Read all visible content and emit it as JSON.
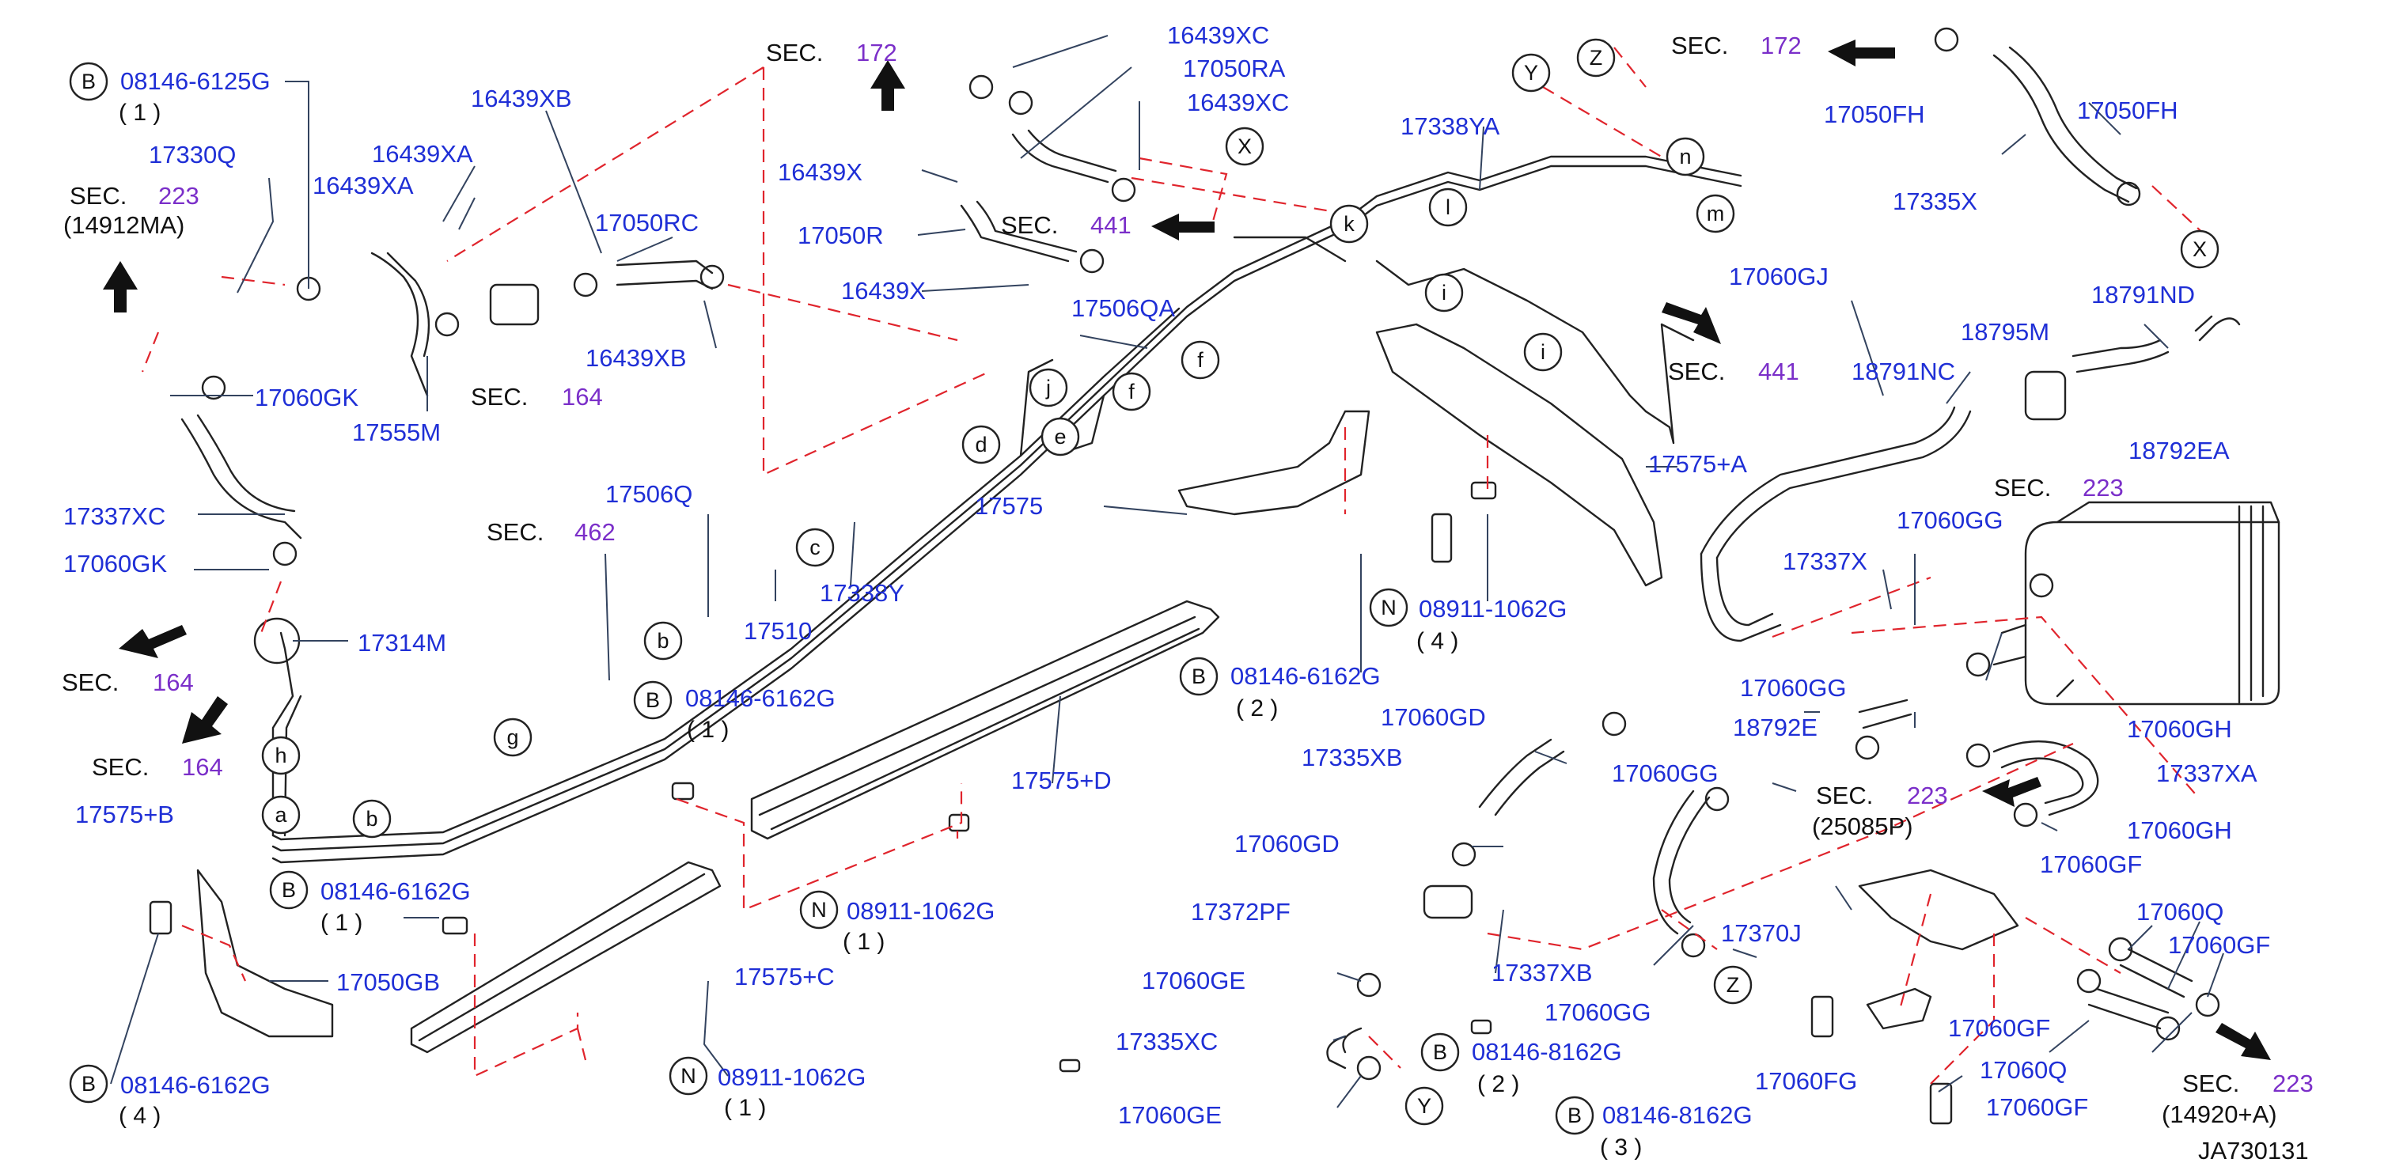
{
  "diagram": {
    "ref_code": "JA730131",
    "colors": {
      "part_number": "#1f2fd6",
      "section_number": "#7b2fc9",
      "dash_line": "#e0242c",
      "line": "#222222"
    },
    "labels": {
      "pn_08146_6125G": "08146-6125G",
      "q_1_a": "( 1 )",
      "pn_17330Q": "17330Q",
      "sec_223_top": "SEC.",
      "sec_223_top_n": "223",
      "ref_14912MA": "(14912MA)",
      "pn_17060GK_1": "17060GK",
      "pn_17337XC": "17337XC",
      "pn_17060GK_2": "17060GK",
      "pn_17314M": "17314M",
      "sec_164_a": "SEC.",
      "sec_164_a_n": "164",
      "sec_164_b": "SEC.",
      "sec_164_b_n": "164",
      "pn_17575B": "17575+B",
      "pn_08146_6162G_a": "08146-6162G",
      "q_4_a": "( 4 )",
      "pn_17050GB": "17050GB",
      "pn_08146_6162G_b": "08146-6162G",
      "q_1_b": "( 1 )",
      "pn_16439XB_top": "16439XB",
      "pn_16439XA_1": "16439XA",
      "pn_16439XA_2": "16439XA",
      "pn_17050RC": "17050RC",
      "pn_16439XB_low": "16439XB",
      "sec_164_c": "SEC.",
      "sec_164_c_n": "164",
      "pn_17555M": "17555M",
      "sec_172_a": "SEC.",
      "sec_172_a_n": "172",
      "pn_16439XC_1": "16439XC",
      "pn_17050RA": "17050RA",
      "pn_16439XC_2": "16439XC",
      "pn_16439X_1": "16439X",
      "pn_17050R": "17050R",
      "sec_441_a": "SEC.",
      "sec_441_a_n": "441",
      "pn_16439X_2": "16439X",
      "pn_17506QA": "17506QA",
      "pn_17338YA": "17338YA",
      "sec_462": "SEC.",
      "sec_462_n": "462",
      "pn_17506Q": "17506Q",
      "pn_17510": "17510",
      "pn_17338Y": "17338Y",
      "pn_17575": "17575",
      "pn_08146_6162G_c": "08146-6162G",
      "q_1_c": "( 1 )",
      "pn_17575D": "17575+D",
      "pn_08911_1062G_a": "08911-1062G",
      "q_1_d": "( 1 )",
      "pn_17575C": "17575+C",
      "pn_08911_1062G_b": "08911-1062G",
      "q_1_e": "( 1 )",
      "pn_08146_6162G_d": "08146-6162G",
      "q_2_a": "( 2 )",
      "pn_08911_1062G_c": "08911-1062G",
      "q_4_b": "( 4 )",
      "pn_17575A": "17575+A",
      "sec_441_b": "SEC.",
      "sec_441_b_n": "441",
      "sec_172_b": "SEC.",
      "sec_172_b_n": "172",
      "pn_17050FH_1": "17050FH",
      "pn_17050FH_2": "17050FH",
      "pn_17335X": "17335X",
      "pn_17060GJ": "17060GJ",
      "pn_18791ND": "18791ND",
      "pn_18795M": "18795M",
      "pn_18791NC": "18791NC",
      "pn_18792EA": "18792EA",
      "sec_223_b": "SEC.",
      "sec_223_b_n": "223",
      "pn_17337X": "17337X",
      "pn_17060GG_1": "17060GG",
      "pn_17060GG_2": "17060GG",
      "pn_17060GD_1": "17060GD",
      "pn_18792E": "18792E",
      "pn_17060GH_1": "17060GH",
      "pn_17335XB": "17335XB",
      "pn_17060GG_3": "17060GG",
      "pn_17337XA": "17337XA",
      "sec_223_c": "SEC.",
      "sec_223_c_n": "223",
      "ref_25085P": "(25085P)",
      "pn_17060GH_2": "17060GH",
      "pn_17060GD_2": "17060GD",
      "pn_17060GF_1": "17060GF",
      "pn_17372PF": "17372PF",
      "pn_17060Q_1": "17060Q",
      "pn_17370J": "17370J",
      "pn_17060GF_2": "17060GF",
      "pn_17060GE_1": "17060GE",
      "pn_17337XB": "17337XB",
      "pn_17060GG_4": "17060GG",
      "pn_17060GF_3": "17060GF",
      "pn_17335XC": "17335XC",
      "pn_08146_8162G_a": "08146-8162G",
      "q_2_b": "( 2 )",
      "pn_17060FG": "17060FG",
      "pn_17060Q_2": "17060Q",
      "pn_17060GF_4": "17060GF",
      "sec_223_d": "SEC.",
      "sec_223_d_n": "223",
      "ref_14920A": "(14920+A)",
      "pn_17060GE_2": "17060GE",
      "pn_08146_8162G_b": "08146-8162G",
      "q_3": "( 3 )"
    },
    "markers": {
      "B": "B",
      "N": "N",
      "a": "a",
      "b": "b",
      "c": "c",
      "d": "d",
      "e": "e",
      "f": "f",
      "g": "g",
      "h": "h",
      "i": "i",
      "j": "j",
      "k": "k",
      "l": "l",
      "m": "m",
      "n": "n",
      "X": "X",
      "Y": "Y",
      "Z": "Z"
    }
  }
}
